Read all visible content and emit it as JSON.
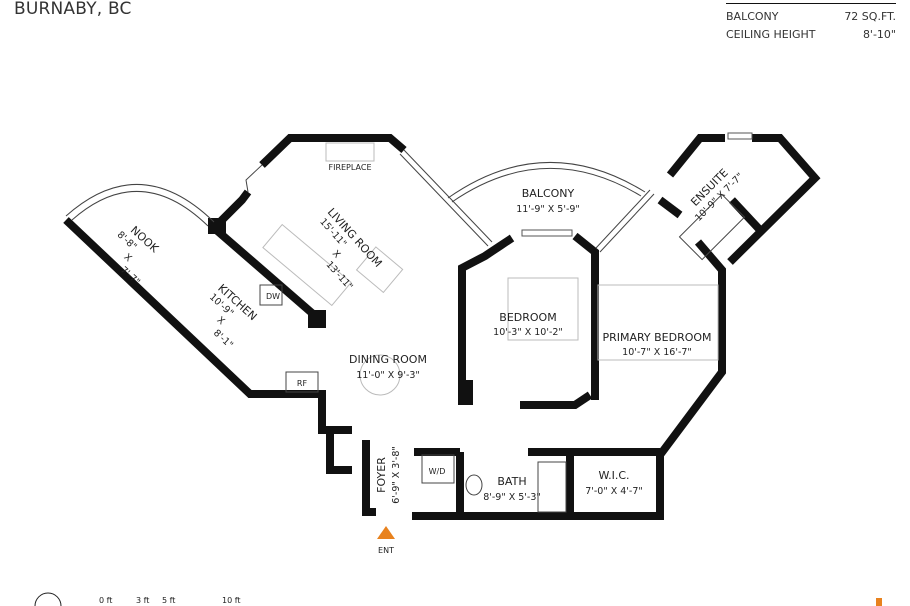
{
  "header": {
    "city": "BURNABY, BC"
  },
  "info_table": [
    {
      "label": "BALCONY",
      "value": "72 SQ.FT."
    },
    {
      "label": "CEILING HEIGHT",
      "value": "8'-10\""
    }
  ],
  "rooms": {
    "nook": {
      "name": "NOOK",
      "dim1": "8'-8\"",
      "x": "X",
      "dim2": "7'-7\""
    },
    "kitchen": {
      "name": "KITCHEN",
      "dim1": "10'-9\"",
      "x": "X",
      "dim2": "8'-1\""
    },
    "living": {
      "name": "LIVING ROOM",
      "dim1": "15'-11\"",
      "x": "X",
      "dim2": "13'-11\""
    },
    "dining": {
      "name": "DINING ROOM",
      "dims": "11'-0\"  X  9'-3\""
    },
    "balcony": {
      "name": "BALCONY",
      "dims": "11'-9\"  X  5'-9\""
    },
    "bedroom": {
      "name": "BEDROOM",
      "dims": "10'-3\"  X  10'-2\""
    },
    "primary": {
      "name": "PRIMARY BEDROOM",
      "dims": "10'-7\"  X  16'-7\""
    },
    "ensuite": {
      "name": "ENSUITE",
      "dims": "10'-9\"  X  7'-7\""
    },
    "foyer": {
      "name": "FOYER",
      "dims": "6'-9\"  X  3'-8\""
    },
    "bath": {
      "name": "BATH",
      "dims": "8'-9\"  X  5'-3\""
    },
    "wic": {
      "name": "W.I.C.",
      "dims": "7'-0\"  X  4'-7\""
    }
  },
  "fixtures": {
    "fireplace": "FIREPLACE",
    "dw": "DW",
    "rf": "RF",
    "wd": "W/D"
  },
  "entrance": {
    "label": "ENT",
    "color": "#E8821E"
  },
  "scale": {
    "ticks": [
      "0 ft",
      "3 ft",
      "5 ft",
      "10 ft"
    ]
  },
  "colors": {
    "wall": "#111111",
    "accent": "#E8821E"
  }
}
